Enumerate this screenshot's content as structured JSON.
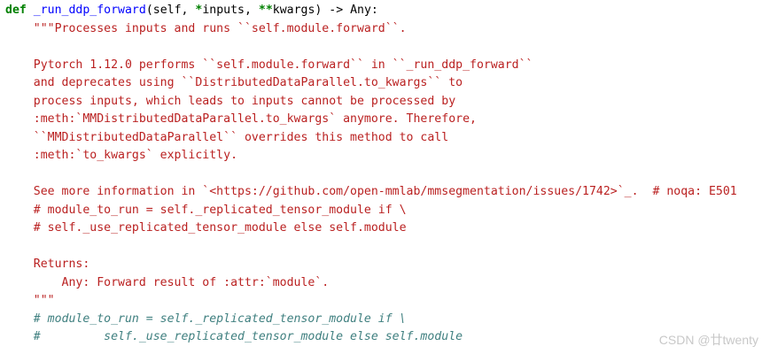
{
  "code": {
    "signature": {
      "keyword": "def",
      "function_name": "_run_ddp_forward",
      "open_paren_self": "(self, ",
      "star": "*",
      "inputs": "inputs, ",
      "double_star": "**",
      "kwargs_return": "kwargs) -> Any:"
    },
    "docstring_lines": [
      "    \"\"\"Processes inputs and runs ``self.module.forward``.",
      "",
      "    Pytorch 1.12.0 performs ``self.module.forward`` in ``_run_ddp_forward``",
      "    and deprecates using ``DistributedDataParallel.to_kwargs`` to",
      "    process inputs, which leads to inputs cannot be processed by",
      "    :meth:`MMDistributedDataParallel.to_kwargs` anymore. Therefore,",
      "    ``MMDistributedDataParallel`` overrides this method to call",
      "    :meth:`to_kwargs` explicitly.",
      "",
      "    See more information in `<https://github.com/open-mmlab/mmsegmentation/issues/1742>`_.  # noqa: E501",
      "    # module_to_run = self._replicated_tensor_module if \\",
      "    # self._use_replicated_tensor_module else self.module",
      "",
      "    Returns:",
      "        Any: Forward result of :attr:`module`.",
      "    \"\"\""
    ],
    "comment_lines": [
      "    # module_to_run = self._replicated_tensor_module if \\",
      "    #         self._use_replicated_tensor_module else self.module"
    ]
  },
  "watermark": "CSDN @廿twenty",
  "colors": {
    "keyword": "#008000",
    "function_name": "#0000ff",
    "docstring": "#ba2121",
    "comment": "#408080",
    "background": "#ffffff"
  }
}
